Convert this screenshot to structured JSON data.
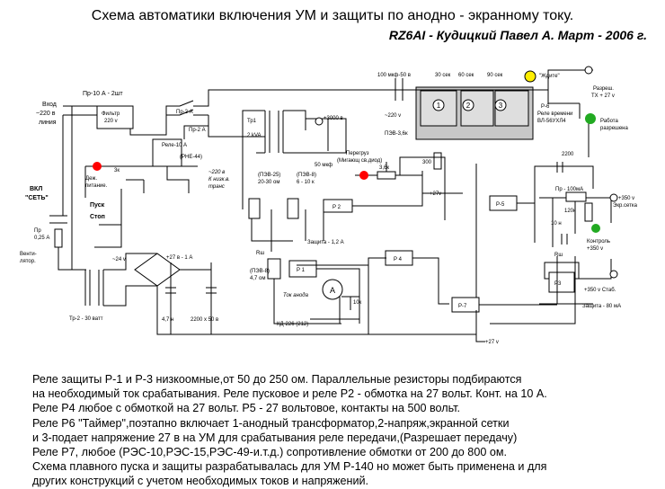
{
  "header": {
    "title": "Схема автоматики включения УМ и защиты по анодно - экранному току.",
    "author": "RZ6AI - Кудицкий Павел А.  Март - 2006 г."
  },
  "labels": {
    "input": [
      "Вход",
      "~220 в",
      "линия"
    ],
    "fuse_pr10": "Пр-10 А - 2шт",
    "filter": [
      "Фильтр",
      "220 v"
    ],
    "pr2": "Пр-2 А",
    "tr1": [
      "Тр1",
      "2 kVA"
    ],
    "kv3000": "+3000 в",
    "uf50": "50 мкф",
    "c100": "100 мкф-50 в",
    "t30": "30 сек",
    "t60": "60 сек",
    "t90": "90 сек",
    "wait": "\"Ждите\"",
    "permit_tx": [
      "Разреш.",
      "ТХ + 27 v"
    ],
    "relay_p6": [
      "Р-6",
      "Реле времени",
      "ВЛ-56УХЛ4"
    ],
    "work_allowed": [
      "Работа",
      "разрешена"
    ],
    "ac220": "~220 v",
    "pev3k": "ПЭВ-3,6к",
    "relay10a": [
      "Реле-10 А",
      "(РНЕ-44)"
    ],
    "mains_lamp": [
      "Деж.",
      "питание."
    ],
    "r3k": "3к",
    "start": "Пуск",
    "stop": "Стоп",
    "on_net": [
      "ВКЛ",
      "\"СЕТЬ\""
    ],
    "to_low_trans": [
      "~220 в",
      "К низк.в.",
      "транс"
    ],
    "pev25": [
      "(ПЭВ-25)",
      "20-30 ом"
    ],
    "pev8a": [
      "(ПЭВ-8)",
      "6 - 10 к"
    ],
    "overload": [
      "Перегруз",
      "(Мигающ св.диод)"
    ],
    "r36k": "3,6к",
    "r300": "300",
    "plus27v": "+27v",
    "p2": "Р 2",
    "p5": "Р-5",
    "c2200": "2200",
    "pr100ma": "Пр - 100мА",
    "r120k": "120к",
    "scr350": [
      "+350 v",
      "Экр.сетка"
    ],
    "ctrl350": [
      "Контроль",
      "+350 v"
    ],
    "r10n": "10 н",
    "pr025": [
      "Пр",
      "0,25 А"
    ],
    "fan": [
      "Венти-",
      "лятор."
    ],
    "ac24": "~24 v",
    "dc27": "+27 в  -  1 А",
    "rsh1": [
      "Rш",
      "(ПЭВ-8)",
      "4,7 ом"
    ],
    "protect12": "Защита - 1,2 А",
    "p1": "Р 1",
    "p4": "Р 4",
    "anode_current": "Ток анода",
    "ammeter": "А",
    "r10k": "10к",
    "kd226": "КД-226 (212)",
    "p7": "Р-7",
    "rsh2": "Rш",
    "p3": "Р3",
    "stab350": "+350 v Стаб.",
    "protect80": "Защита - 80 мА",
    "tr2": "Тр-2 - 30 ватт",
    "c47": "4,7 н",
    "c2200x50": "2200 х 50 в",
    "plus27bottom": "+27 v",
    "relay_nums": [
      "1",
      "2",
      "3"
    ]
  },
  "notes": [
    "Реле защиты Р-1 и Р-3 низкоомные,от 50 до 250 ом. Параллельные резисторы подбираются",
    "на необходимый ток срабатывания. Реле пусковое и реле Р2 - обмотка на 27 вольт. Конт. на 10 А.",
    "Реле Р4 любое с обмоткой на 27 вольт. Р5 - 27 вольтовое, контакты на 500 вольт.",
    "Реле Р6 \"Таймер\",поэтапно включает 1-анодный трансформатор,2-напряж,экранной сетки",
    "и 3-подает напряжение 27 в на УМ для срабатывания реле передачи,(Разрешает передачу)",
    "Реле Р7, любое (РЭС-10,РЭС-15,РЭС-49-и.т.д.) сопротивление обмотки от 200 до 800 ом.",
    "Схема плавного пуска и защиты разрабатывалась для УМ Р-140 но может быть применена и для",
    "других конструкций с учетом необходимых токов и напряжений."
  ],
  "colors": {
    "wire": "#000000",
    "led_red": "#ff0000",
    "led_green": "#22aa22",
    "lamp_yellow": "#ffee00",
    "relay_box": "#c8c8c8"
  }
}
